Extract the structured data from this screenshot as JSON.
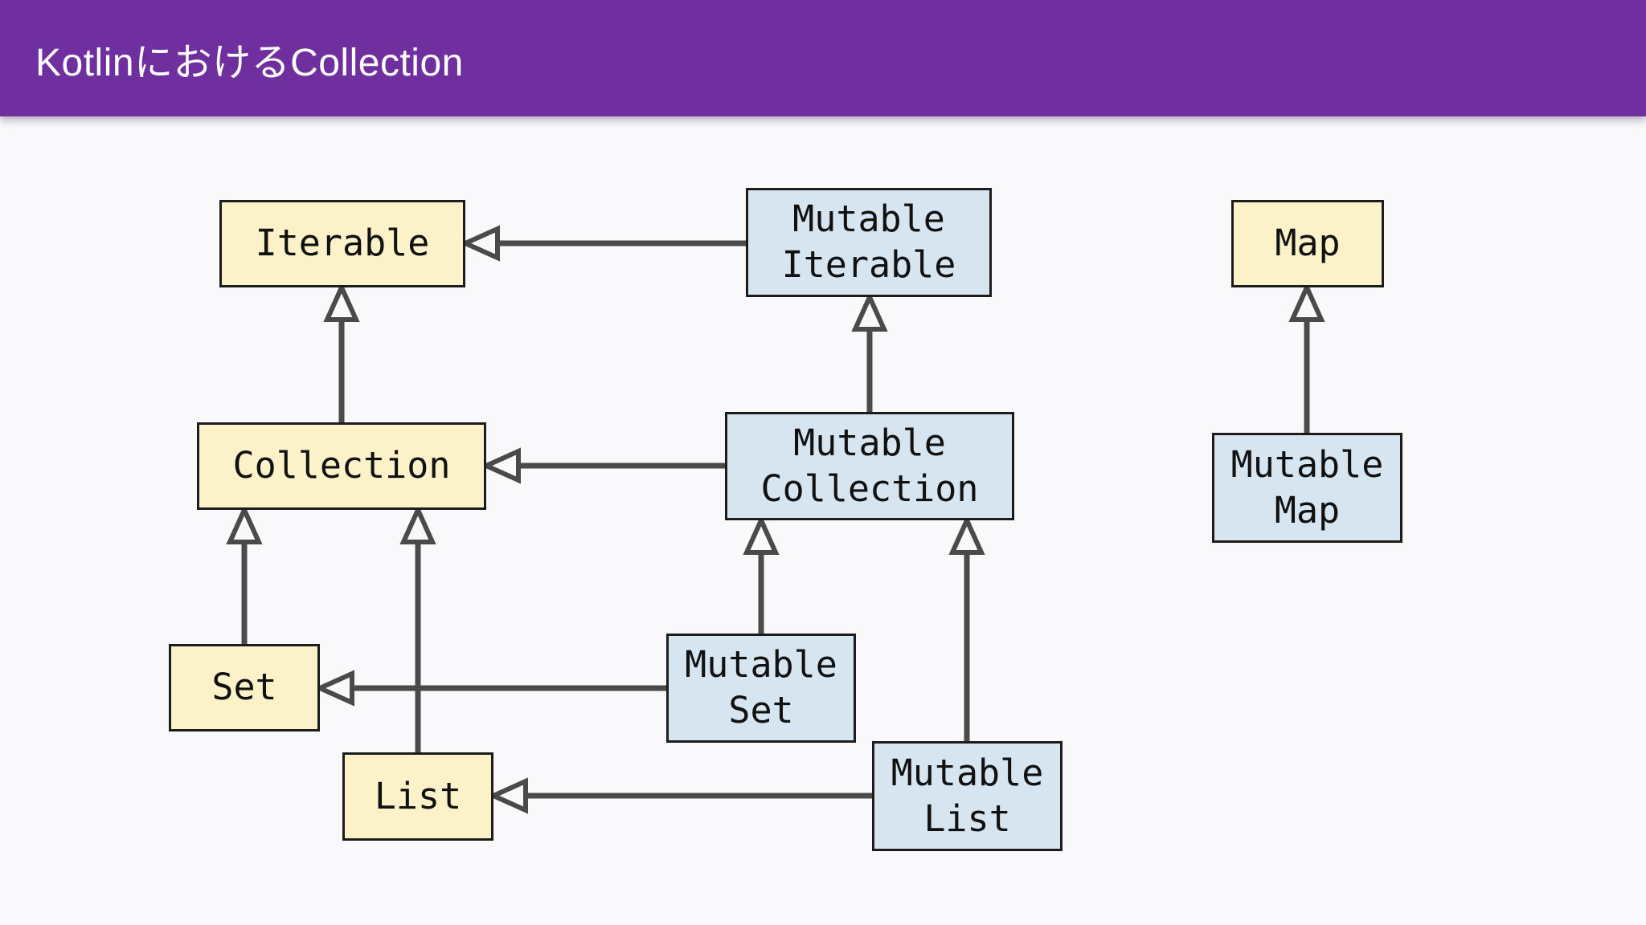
{
  "header": {
    "title": "KotlinにおけるCollection"
  },
  "colors": {
    "header_background": "#6f2f9e",
    "header_text": "#ffffff",
    "canvas_background": "#f9f8fb",
    "immutable_node_fill": "#fcf2ca",
    "mutable_node_fill": "#d7e5f1",
    "node_border": "#1c1c1c",
    "arrow": "#4a4a4a",
    "node_text": "#111111"
  },
  "diagram": {
    "nodes": [
      {
        "id": "iterable",
        "label": "Iterable",
        "kind": "immutable"
      },
      {
        "id": "mutable-iterable",
        "label": "Mutable\nIterable",
        "kind": "mutable"
      },
      {
        "id": "map",
        "label": "Map",
        "kind": "immutable"
      },
      {
        "id": "collection",
        "label": "Collection",
        "kind": "immutable"
      },
      {
        "id": "mutable-collection",
        "label": "Mutable\nCollection",
        "kind": "mutable"
      },
      {
        "id": "mutable-map",
        "label": "Mutable\nMap",
        "kind": "mutable"
      },
      {
        "id": "set",
        "label": "Set",
        "kind": "immutable"
      },
      {
        "id": "mutable-set",
        "label": "Mutable\nSet",
        "kind": "mutable"
      },
      {
        "id": "list",
        "label": "List",
        "kind": "immutable"
      },
      {
        "id": "mutable-list",
        "label": "Mutable\nList",
        "kind": "mutable"
      }
    ],
    "edges": [
      {
        "from": "mutable-iterable",
        "to": "iterable"
      },
      {
        "from": "collection",
        "to": "iterable"
      },
      {
        "from": "mutable-collection",
        "to": "mutable-iterable"
      },
      {
        "from": "mutable-collection",
        "to": "collection"
      },
      {
        "from": "set",
        "to": "collection"
      },
      {
        "from": "list",
        "to": "collection"
      },
      {
        "from": "mutable-set",
        "to": "mutable-collection"
      },
      {
        "from": "mutable-list",
        "to": "mutable-collection"
      },
      {
        "from": "mutable-set",
        "to": "set"
      },
      {
        "from": "mutable-list",
        "to": "list"
      },
      {
        "from": "mutable-map",
        "to": "map"
      }
    ]
  }
}
